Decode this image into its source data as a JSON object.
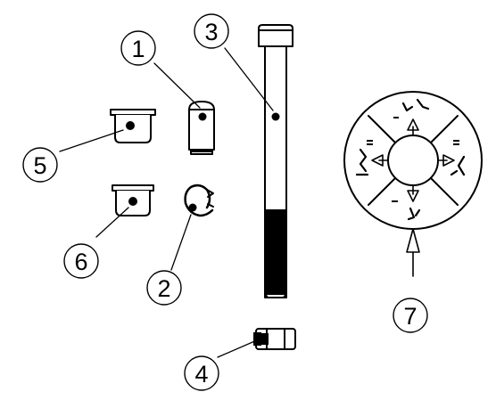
{
  "diagram": {
    "callouts": [
      {
        "id": "callout-1",
        "label": "1"
      },
      {
        "id": "callout-2",
        "label": "2"
      },
      {
        "id": "callout-3",
        "label": "3"
      },
      {
        "id": "callout-4",
        "label": "4"
      },
      {
        "id": "callout-5",
        "label": "5"
      },
      {
        "id": "callout-6",
        "label": "6"
      },
      {
        "id": "callout-7",
        "label": "7"
      }
    ],
    "parts": [
      {
        "callout": "1",
        "icon": "clevis-pin-icon"
      },
      {
        "callout": "2",
        "icon": "e-clip-icon"
      },
      {
        "callout": "3",
        "icon": "long-bolt-icon"
      },
      {
        "callout": "4",
        "icon": "hex-nut-icon"
      },
      {
        "callout": "5",
        "icon": "flanged-bushing-icon"
      },
      {
        "callout": "6",
        "icon": "flanged-bushing-small-icon"
      },
      {
        "callout": "7",
        "icon": "direction-decal-icon"
      }
    ],
    "colors": {
      "line": "#000000",
      "background": "#ffffff",
      "fill": "#ffffff"
    }
  }
}
